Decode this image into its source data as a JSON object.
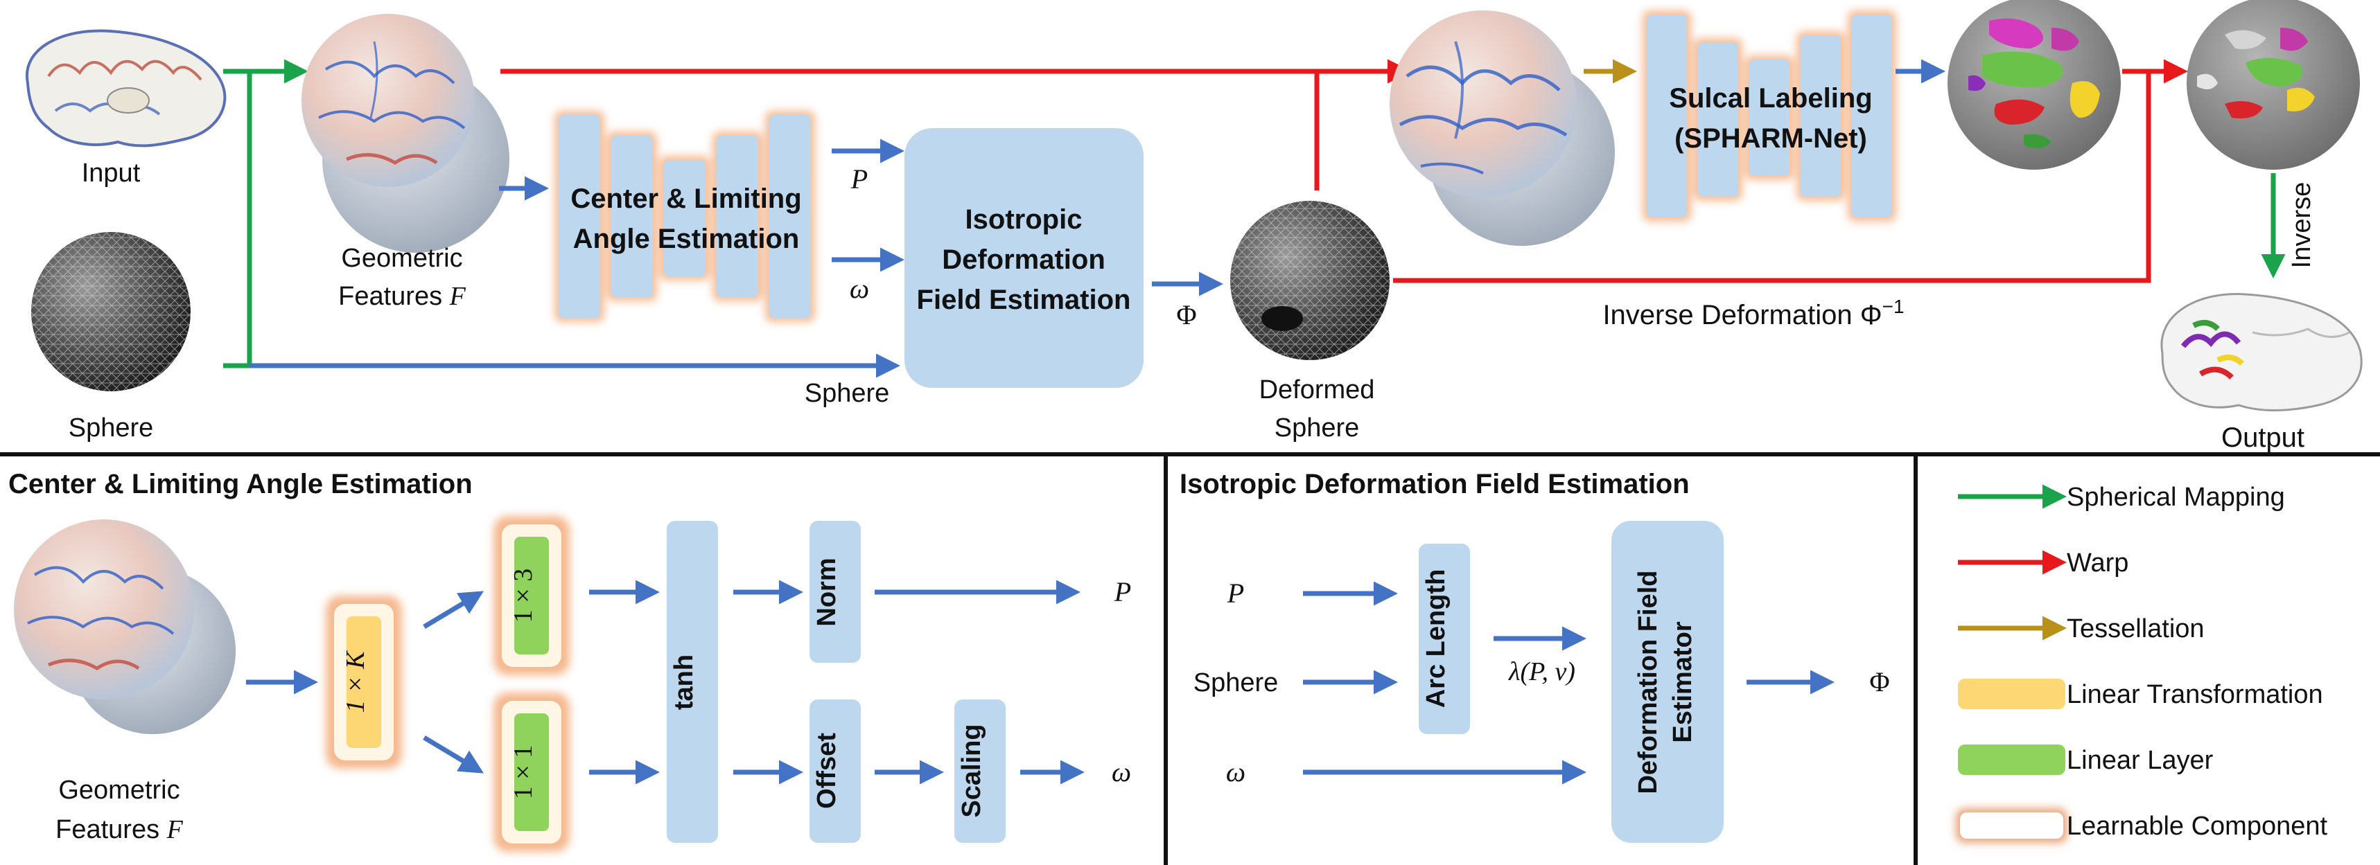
{
  "pipeline": {
    "input_label": "Input",
    "sphere_label": "Sphere",
    "geometric_features_label": "Geometric",
    "geometric_features_label2": "Features",
    "geometric_features_symbol": "F",
    "center_block_line1": "Center & Limiting",
    "center_block_line2": "Angle Estimation",
    "P_symbol": "P",
    "omega_symbol": "ω",
    "isotropic_line1": "Isotropic",
    "isotropic_line2": "Deformation",
    "isotropic_line3": "Field Estimation",
    "phi_symbol": "Φ",
    "sphere_arrow_label": "Sphere",
    "deformed_sphere_line1": "Deformed",
    "deformed_sphere_line2": "Sphere",
    "sulcal_line1": "Sulcal Labeling",
    "sulcal_line2": "(SPHARM-Net)",
    "inverse_deformation_label": "Inverse Deformation Φ",
    "inverse_deformation_sup": "−1",
    "inverse_label": "Inverse",
    "output_label": "Output"
  },
  "center_panel": {
    "title": "Center & Limiting Angle Estimation",
    "geometric_label": "Geometric",
    "features_label": "Features",
    "features_symbol": "F",
    "linear_transform_label": "1 × K",
    "layer_top_label": "1 × 3",
    "layer_bottom_label": "1 × 1",
    "tanh_label": "tanh",
    "norm_label": "Norm",
    "offset_label": "Offset",
    "scaling_label": "Scaling",
    "P_out": "P",
    "omega_out": "ω"
  },
  "isotropic_panel": {
    "title": "Isotropic Deformation Field Estimation",
    "P_in": "P",
    "sphere_in": "Sphere",
    "omega_in": "ω",
    "arc_length_label": "Arc Length",
    "lambda_label": "λ(P, v)",
    "estimator_line1": "Deformation Field",
    "estimator_line2": "Estimator",
    "phi_out": "Φ"
  },
  "legend": {
    "items": [
      {
        "label": "Spherical Mapping",
        "kind": "arrow",
        "color": "#1aa34a"
      },
      {
        "label": "Warp",
        "kind": "arrow",
        "color": "#e8191c"
      },
      {
        "label": "Tessellation",
        "kind": "arrow",
        "color": "#b8901a"
      },
      {
        "label": "Linear Transformation",
        "kind": "box",
        "color": "#fdd773"
      },
      {
        "label": "Linear Layer",
        "kind": "box",
        "color": "#8fd35c"
      },
      {
        "label": "Learnable Component",
        "kind": "outline",
        "color": "#e8a57a"
      }
    ]
  },
  "colors": {
    "green": "#1aa34a",
    "red": "#e8191c",
    "gold": "#b8901a",
    "blue": "#4472c4",
    "block": "#bdd7ee",
    "orange_glow": "#f4b183"
  }
}
